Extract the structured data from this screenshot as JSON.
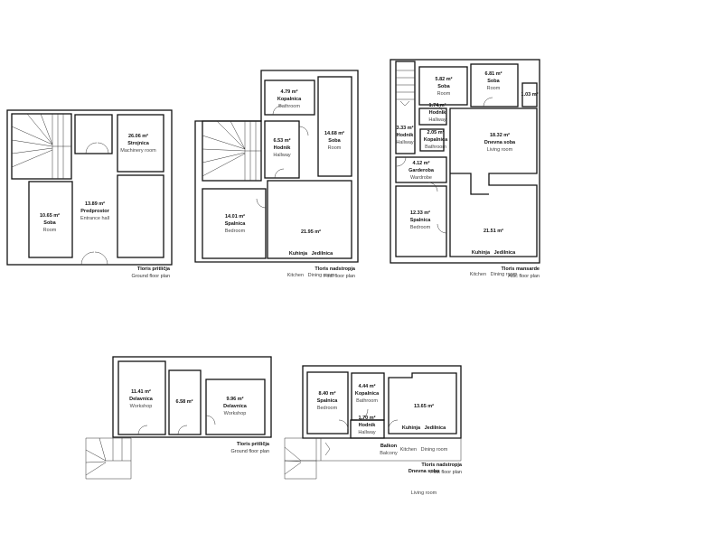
{
  "plans": {
    "ground1": {
      "caption_sl": "Tloris pritličja",
      "caption_en": "Ground floor plan",
      "rooms": [
        {
          "area": "26.06 m²",
          "name_sl": "Strojnica",
          "name_en": "Machinery room"
        },
        {
          "area": "13.89 m²",
          "name_sl": "Predprostor",
          "name_en": "Entrance hall"
        },
        {
          "area": "10.65 m²",
          "name_sl": "Soba",
          "name_en": "Room"
        }
      ]
    },
    "first1": {
      "caption_sl": "Tloris nadstropja",
      "caption_en": "First floor plan",
      "rooms": [
        {
          "area": "4.79 m²",
          "name_sl": "Kopalnica",
          "name_en": "Bathroom"
        },
        {
          "area": "14.68 m²",
          "name_sl": "Soba",
          "name_en": "Room"
        },
        {
          "area": "6.53 m²",
          "name_sl": "Hodnik",
          "name_en": "Hallway"
        },
        {
          "area": "14.01 m²",
          "name_sl": "Spalnica",
          "name_en": "Bedroom"
        },
        {
          "area": "21.95 m²",
          "name_sl": "Kuhinja   Jedilnica",
          "name_en": "Kitchen   Dining room"
        }
      ]
    },
    "attic": {
      "caption_sl": "Tloris mansarde",
      "caption_en": "Attic floor plan",
      "rooms": [
        {
          "area": "5.82 m²",
          "name_sl": "Soba",
          "name_en": "Room"
        },
        {
          "area": "6.81 m²",
          "name_sl": "Soba",
          "name_en": "Room"
        },
        {
          "area": "1.03 m²"
        },
        {
          "area": "3.33 m²",
          "name_sl": "Hodnik",
          "name_en": "Hallway"
        },
        {
          "area": "1.74 m²",
          "name_sl": "Hodnik",
          "name_en": "Hallway"
        },
        {
          "area": "2.05 m²",
          "name_sl": "Kopalnica",
          "name_en": "Bathroom"
        },
        {
          "area": "18.32 m²",
          "name_sl": "Dnevna soba",
          "name_en": "Living room"
        },
        {
          "area": "4.12 m²",
          "name_sl": "Garderoba",
          "name_en": "Wardrobe"
        },
        {
          "area": "12.33 m²",
          "name_sl": "Spalnica",
          "name_en": "Bedroom"
        },
        {
          "area": "21.51 m²",
          "name_sl": "Kuhinja   Jedilnica",
          "name_en": "Kitchen   Dining room"
        }
      ]
    },
    "ground2": {
      "caption_sl": "Tloris pritličja",
      "caption_en": "Ground floor plan",
      "rooms": [
        {
          "area": "11.41 m²",
          "name_sl": "Delavnica",
          "name_en": "Workshop"
        },
        {
          "area": "6.58 m²"
        },
        {
          "area": "9.96 m²",
          "name_sl": "Delavnica",
          "name_en": "Workshop"
        }
      ]
    },
    "first2": {
      "caption_sl": "Tloris nadstropja",
      "caption_en": "First floor plan",
      "rooms": [
        {
          "area": "8.40 m²",
          "name_sl": "Spalnica",
          "name_en": "Bedroom"
        },
        {
          "area": "4.44 m²",
          "name_sl": "Kopalnica",
          "name_en": "Bathroom"
        },
        {
          "area": "13.65 m²",
          "name_sl": "Kuhinja   Jedilnica",
          "name_en": "Kitchen   Dining room",
          "name2_sl": "Dnevna soba",
          "name2_en": "Living room"
        },
        {
          "area": "1.70 m²",
          "name_sl": "Hodnik",
          "name_en": "Hallway"
        },
        {
          "name_sl": "Balkon",
          "name_en": "Balcony"
        }
      ]
    }
  }
}
